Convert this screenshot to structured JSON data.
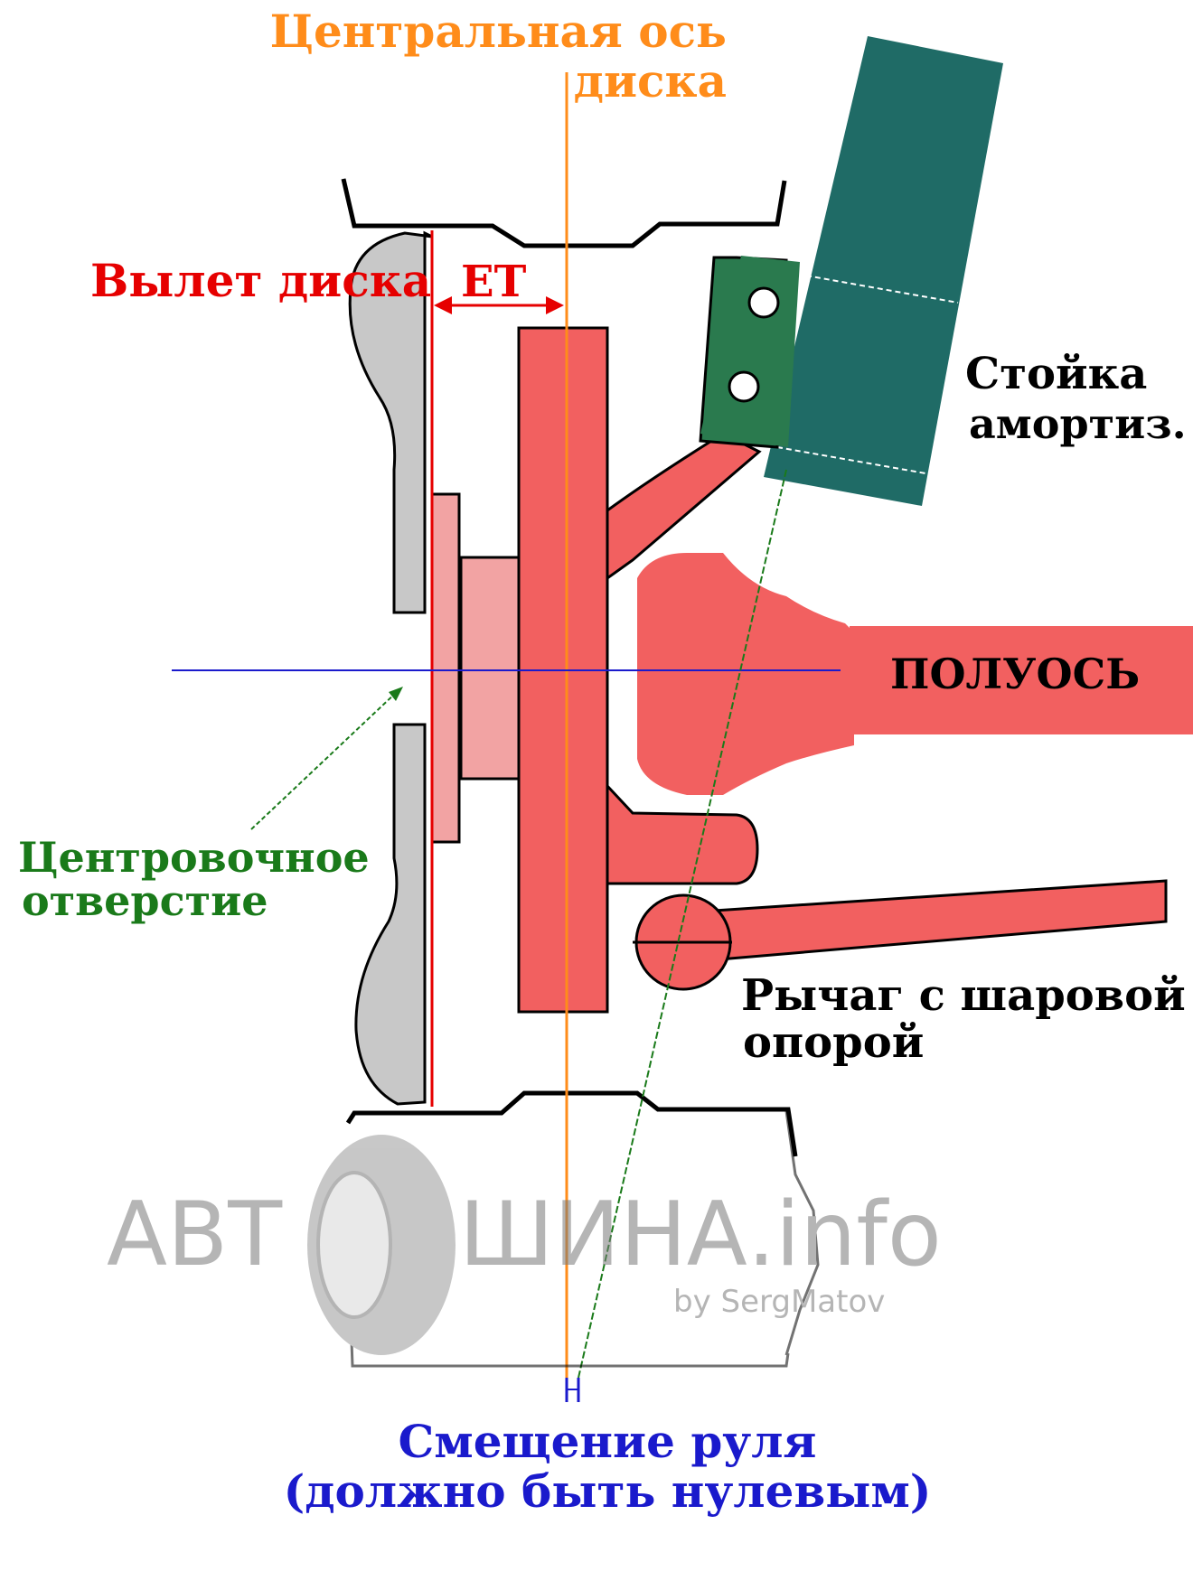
{
  "labels": {
    "center_axis_line1": "Центральная ось",
    "center_axis_line2": "диска",
    "offset": "Вылет диска",
    "et": "ET",
    "strut_line1": "Стойка",
    "strut_line2": "амортиз.",
    "halfshaft": "ПОЛУОСЬ",
    "center_bore_line1": "Центровочное",
    "center_bore_line2": "отверстие",
    "lever_line1": "Рычаг с шаровой",
    "lever_line2": "опорой",
    "scrub_line1": "Смещение руля",
    "scrub_line2": "(должно быть нулевым)"
  },
  "watermark": {
    "text_left": "АВТ",
    "text_right": "ШИНА.info",
    "byline": "by SergMatov"
  },
  "colors": {
    "center_axis": "#ff8c1a",
    "offset": "#e60000",
    "center_bore": "#1a7a1a",
    "scrub": "#1a1acc",
    "hub": "#f26060",
    "hub_light": "#f2a3a3",
    "rim": "#c8c8c8",
    "strut_teal": "#1f6b66",
    "strut_green": "#2a7a4e"
  }
}
